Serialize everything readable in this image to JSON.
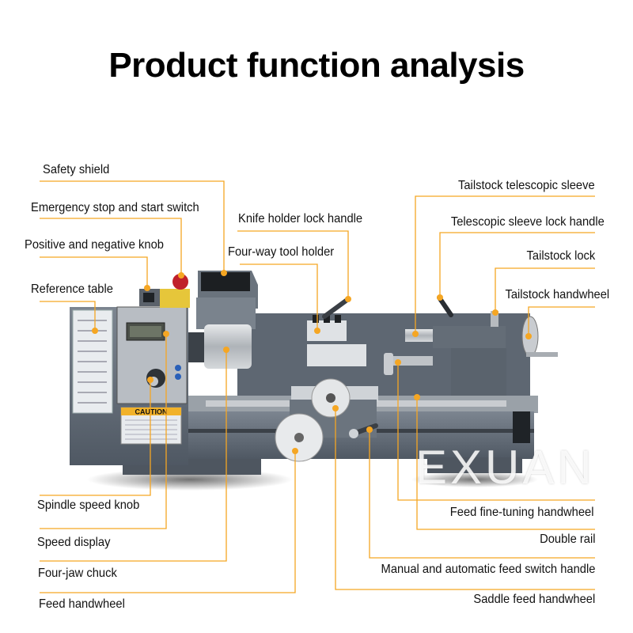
{
  "title": "Product function analysis",
  "watermark": "EXUAN",
  "accent_color": "#F5A623",
  "caution_text": "CAUTION",
  "labels_left": [
    {
      "id": "safety-shield",
      "text": "Safety shield"
    },
    {
      "id": "emergency-stop",
      "text": "Emergency stop and start switch"
    },
    {
      "id": "pos-neg-knob",
      "text": "Positive and negative knob"
    },
    {
      "id": "reference-table",
      "text": "Reference table"
    },
    {
      "id": "spindle-speed-knob",
      "text": "Spindle speed knob"
    },
    {
      "id": "speed-display",
      "text": "Speed display"
    },
    {
      "id": "four-jaw-chuck",
      "text": "Four-jaw chuck"
    },
    {
      "id": "feed-handwheel",
      "text": "Feed handwheel"
    }
  ],
  "labels_center": [
    {
      "id": "knife-holder-lock",
      "text": "Knife holder lock handle"
    },
    {
      "id": "four-way-tool-holder",
      "text": "Four-way tool holder"
    }
  ],
  "labels_right": [
    {
      "id": "tailstock-sleeve",
      "text": "Tailstock telescopic sleeve"
    },
    {
      "id": "sleeve-lock-handle",
      "text": "Telescopic sleeve lock handle"
    },
    {
      "id": "tailstock-lock",
      "text": "Tailstock lock"
    },
    {
      "id": "tailstock-handwheel",
      "text": "Tailstock handwheel"
    },
    {
      "id": "feed-fine-tuning",
      "text": "Feed fine-tuning handwheel"
    },
    {
      "id": "double-rail",
      "text": "Double rail"
    },
    {
      "id": "feed-switch-handle",
      "text": "Manual and automatic feed switch handle"
    },
    {
      "id": "saddle-feed-handwheel",
      "text": "Saddle feed handwheel"
    }
  ]
}
